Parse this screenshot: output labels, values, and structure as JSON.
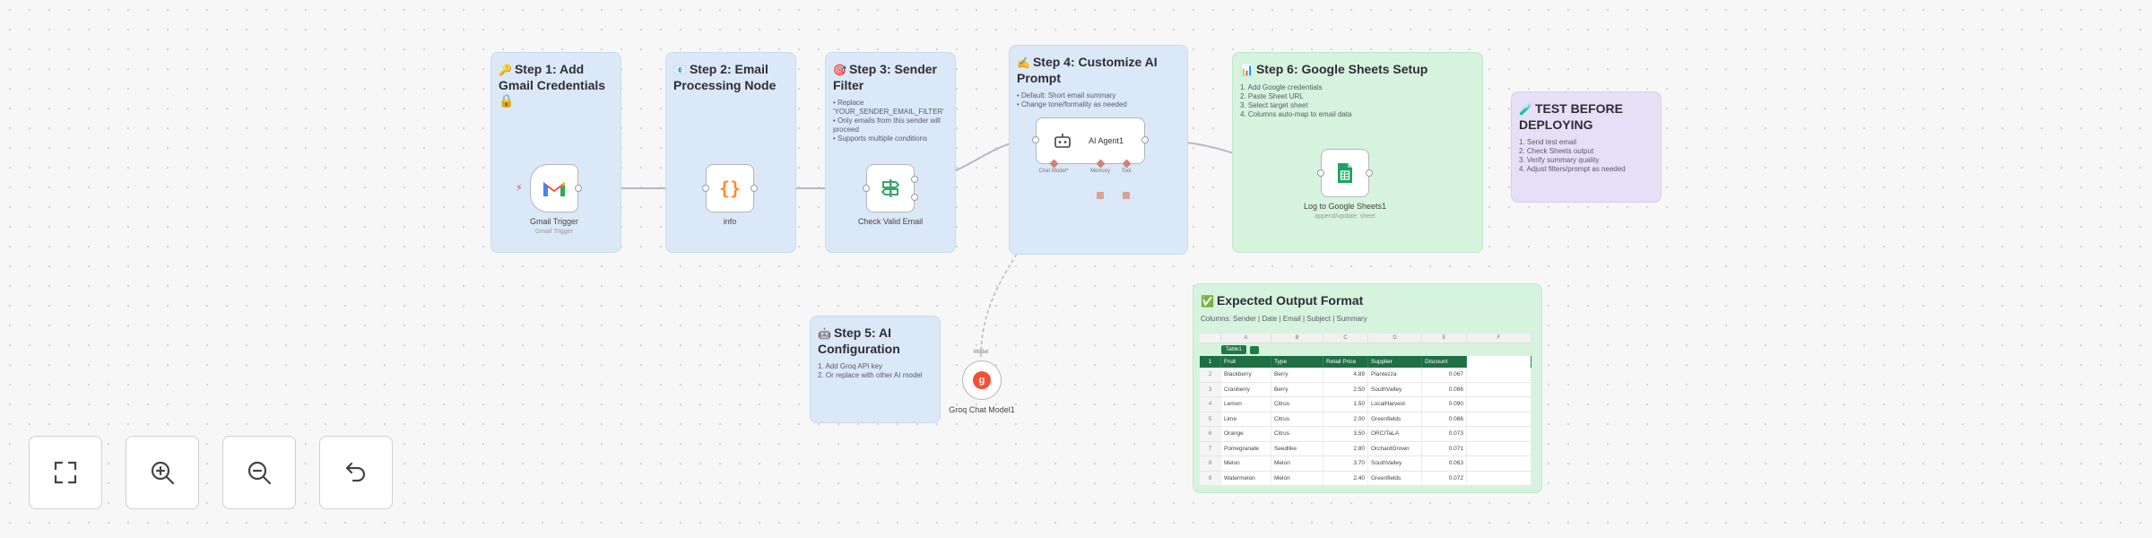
{
  "stickies": {
    "step1": {
      "icon": "🔑",
      "title": "Step 1: Add Gmail Credentials 🔒"
    },
    "step2": {
      "icon": "📧",
      "title": "Step 2: Email Processing Node"
    },
    "step3": {
      "icon": "🎯",
      "title": "Step 3: Sender Filter",
      "lines": [
        "• Replace",
        "'YOUR_SENDER_EMAIL_FILTER'",
        "• Only emails from this sender will",
        "proceed",
        "• Supports multiple conditions"
      ]
    },
    "step4": {
      "icon": "✍️",
      "title": "Step 4: Customize AI Prompt",
      "lines": [
        "• Default: Short email summary",
        "• Change tone/formality as needed"
      ]
    },
    "step5": {
      "icon": "🤖",
      "title": "Step 5: AI Configuration",
      "lines": [
        "1. Add Groq API key",
        "2. Or replace with other AI model"
      ]
    },
    "step6": {
      "icon": "📊",
      "title": "Step 6: Google Sheets Setup",
      "lines": [
        "1. Add Google credentials",
        "2. Paste Sheet URL",
        "3. Select target sheet",
        "4. Columns auto-map to email data"
      ]
    },
    "test": {
      "icon": "🧪",
      "title": "TEST BEFORE DEPLOYING",
      "lines": [
        "1. Send test email",
        "2. Check Sheets output",
        "3. Verify summary quality",
        "4. Adjust filters/prompt as needed"
      ]
    },
    "output": {
      "icon": "✅",
      "title": "Expected Output Format",
      "subtitle": "Columns: Sender | Date | Email | Subject | Summary"
    }
  },
  "nodes": {
    "gmail": {
      "label": "Gmail Trigger",
      "sub": "Gmail Trigger"
    },
    "info": {
      "label": "info"
    },
    "check": {
      "label": "Check Valid Email"
    },
    "agent": {
      "label": "AI Agent1",
      "ports": [
        "Chat Model*",
        "Memory",
        "Tool"
      ]
    },
    "sheets": {
      "label": "Log to Google Sheets1",
      "sub": "append/update: sheet"
    },
    "groq": {
      "label": "Groq Chat Model1",
      "port": "Model"
    }
  },
  "controls": {
    "fit": "fit-view",
    "zoom_in": "zoom-in",
    "zoom_out": "zoom-out",
    "reset": "reset-zoom"
  },
  "sheet": {
    "columns": [
      "A",
      "B",
      "C",
      "D",
      "E",
      "F"
    ],
    "table_name": "Table1",
    "headers": [
      "Fruit",
      "Type",
      "Retail Price",
      "Supplier",
      "Discount"
    ],
    "rows": [
      [
        "Blackberry",
        "Berry",
        "4.89",
        "Plantezza",
        "0.067"
      ],
      [
        "Cranberry",
        "Berry",
        "2.50",
        "SouthValley",
        "0.086"
      ],
      [
        "Lemon",
        "Citrus",
        "1.50",
        "LocalHarvest",
        "0.090"
      ],
      [
        "Lime",
        "Citrus",
        "2.00",
        "Greenfields",
        "0.086"
      ],
      [
        "Orange",
        "Citrus",
        "3.50",
        "ORCITaLA",
        "0.073"
      ],
      [
        "Pomegranate",
        "Seedlike",
        "2.80",
        "OrchardGrown",
        "0.071"
      ],
      [
        "Melon",
        "Melon",
        "3.70",
        "SouthValley",
        "0.063"
      ],
      [
        "Watermelon",
        "Melon",
        "2.40",
        "Greenfields",
        "0.072"
      ]
    ]
  }
}
